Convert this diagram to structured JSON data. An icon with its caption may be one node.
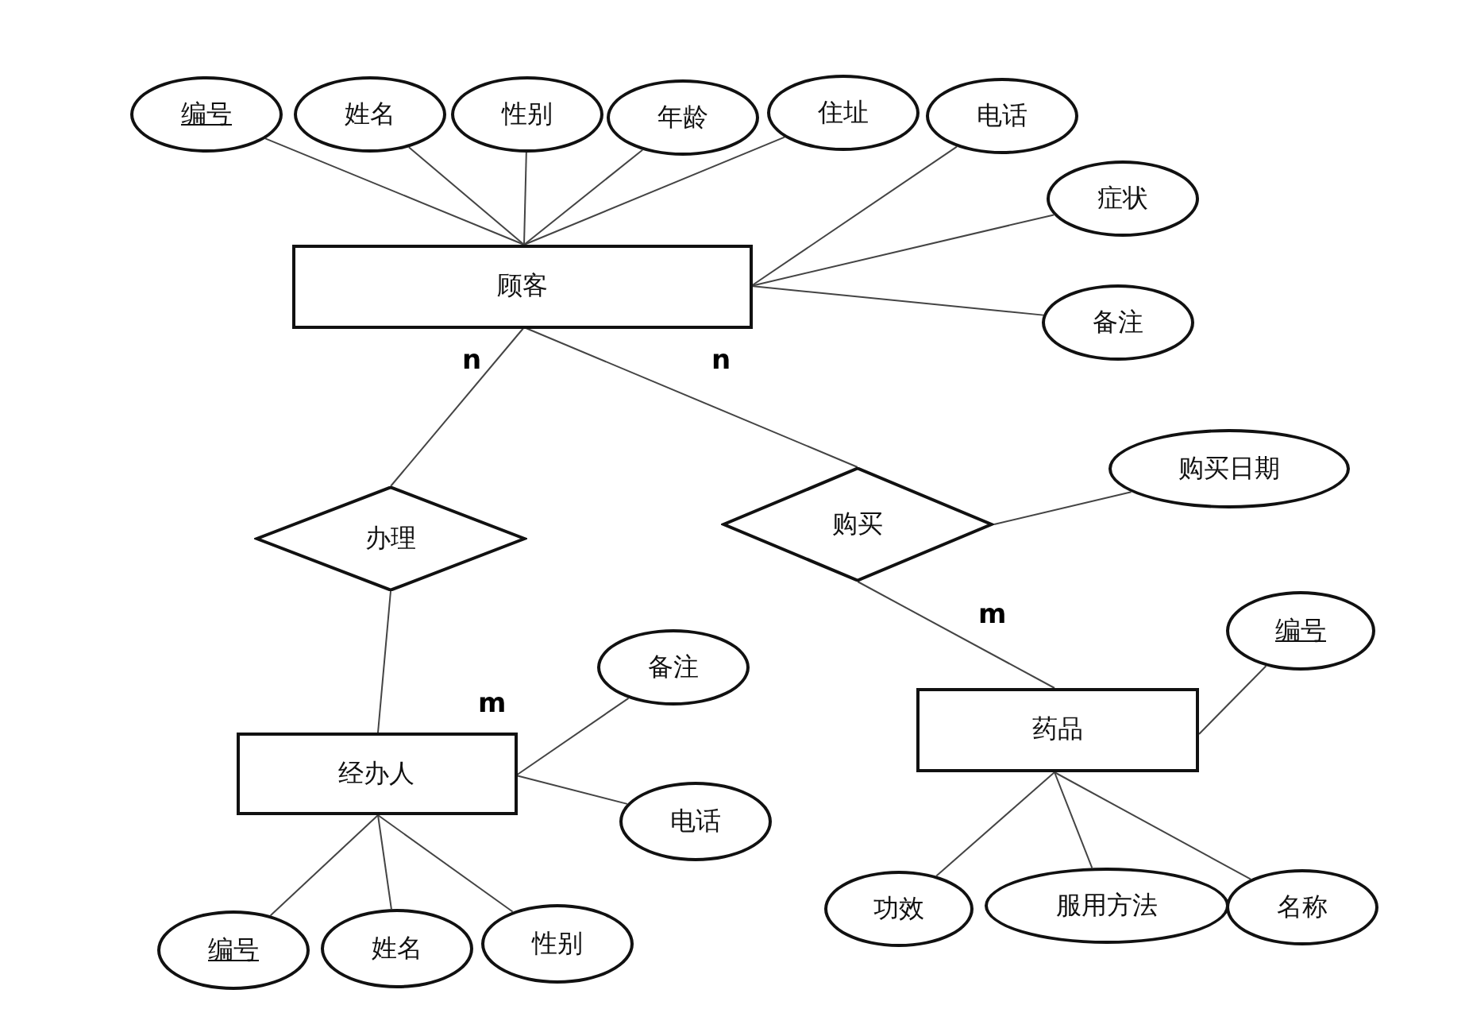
{
  "diagram": {
    "nodes": [
      {
        "text": [
          "编号"
        ]
      },
      {
        "text": [
          "姓名"
        ]
      },
      {
        "text": [
          "性别"
        ]
      },
      {
        "text": [
          "年龄"
        ]
      },
      {
        "text": [
          "住址"
        ]
      },
      {
        "text": [
          "电话"
        ]
      },
      {
        "text": [
          "症状"
        ]
      },
      {
        "text": [
          "备注"
        ]
      },
      {
        "text": [
          "顾客"
        ]
      },
      {
        "text": [
          "办理"
        ]
      },
      {
        "text": [
          "购买"
        ]
      },
      {
        "text": [
          "购买日期"
        ]
      },
      {
        "text": [
          "经办人"
        ]
      },
      {
        "text": [
          "备注"
        ]
      },
      {
        "text": [
          "电话"
        ]
      },
      {
        "text": [
          "药品"
        ]
      },
      {
        "text": [
          "编号"
        ]
      },
      {
        "text": [
          "编号"
        ]
      },
      {
        "text": [
          "姓名"
        ]
      },
      {
        "text": [
          "性别"
        ]
      },
      {
        "text": [
          "功效"
        ]
      },
      {
        "text": [
          "服用方法"
        ]
      },
      {
        "text": [
          "名称"
        ]
      }
    ],
    "edges": [
      {
        "from": 0,
        "to": 8,
        "arrow": "none"
      },
      {
        "from": 1,
        "to": 8,
        "arrow": "none"
      },
      {
        "from": 2,
        "to": 8,
        "arrow": "none"
      },
      {
        "from": 3,
        "to": 8,
        "arrow": "none"
      },
      {
        "from": 4,
        "to": 8,
        "arrow": "none"
      },
      {
        "from": 5,
        "to": 8,
        "arrow": "none"
      },
      {
        "from": 6,
        "to": 8,
        "arrow": "none"
      },
      {
        "from": 7,
        "to": 8,
        "arrow": "none"
      },
      {
        "from": 8,
        "to": 9,
        "arrow": "none"
      },
      {
        "from": 8,
        "to": 10,
        "arrow": "none"
      },
      {
        "from": 9,
        "to": 12,
        "arrow": "none"
      },
      {
        "from": 10,
        "to": 15,
        "arrow": "none"
      },
      {
        "from": 10,
        "to": 11,
        "arrow": "none"
      },
      {
        "from": 12,
        "to": 13,
        "arrow": "none"
      },
      {
        "from": 12,
        "to": 14,
        "arrow": "none"
      },
      {
        "from": 12,
        "to": 17,
        "arrow": "none"
      },
      {
        "from": 12,
        "to": 18,
        "arrow": "none"
      },
      {
        "from": 12,
        "to": 19,
        "arrow": "none"
      },
      {
        "from": 15,
        "to": 16,
        "arrow": "none"
      },
      {
        "from": 15,
        "to": 20,
        "arrow": "none"
      },
      {
        "from": 15,
        "to": 21,
        "arrow": "none"
      },
      {
        "from": 15,
        "to": 22,
        "arrow": "none"
      }
    ],
    "labels": [
      "n",
      "n",
      "m",
      "m"
    ]
  }
}
